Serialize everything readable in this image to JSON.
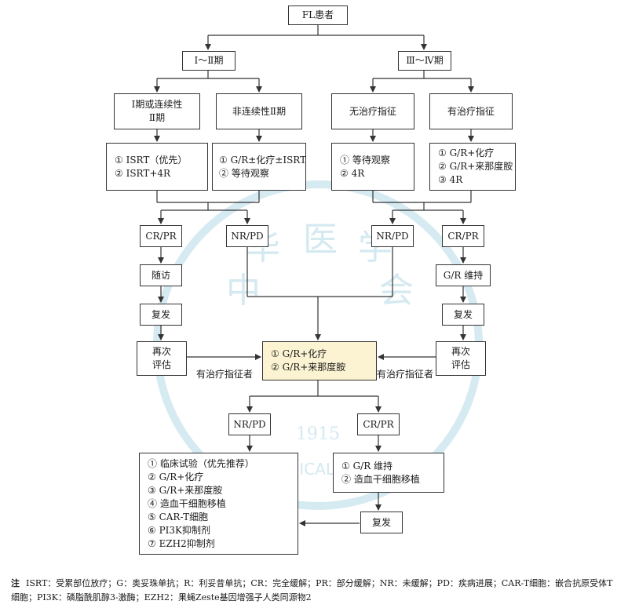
{
  "diagram": {
    "root": "FL患者",
    "stage_early": "Ⅰ～Ⅱ期",
    "stage_late": "Ⅲ～Ⅳ期",
    "branch_contiguous": [
      "Ⅰ期或连续性",
      "Ⅱ期"
    ],
    "branch_noncontiguous": "非连续性Ⅱ期",
    "branch_no_indication": "无治疗指征",
    "branch_indication": "有治疗指征",
    "tx_contiguous": [
      "① ISRT（优先）",
      "② ISRT+4R"
    ],
    "tx_noncontiguous": [
      "① G/R±化疗±ISRT",
      "② 等待观察"
    ],
    "tx_no_indication": [
      "① 等待观察",
      "② 4R"
    ],
    "tx_indication": [
      "① G/R+化疗",
      "② G/R+来那度胺",
      "③ 4R"
    ],
    "cr_pr": "CR/PR",
    "nr_pd": "NR/PD",
    "followup": "随访",
    "gr_maintenance": "G/R 维持",
    "relapse": "复发",
    "reassess": [
      "再次",
      "评估"
    ],
    "center_regimen": [
      "① G/R+化疗",
      "② G/R+来那度胺"
    ],
    "indication_label": "有治疗指征者",
    "nr_pd_options": [
      "① 临床试验（优先推荐）",
      "② G/R+化疗",
      "③ G/R+来那度胺",
      "④ 造血干细胞移植",
      "⑤ CAR-T细胞",
      "⑥ PI3K抑制剂",
      "⑦ EZH2抑制剂"
    ],
    "cr_pr_options": [
      "① G/R 维持",
      "② 造血干细胞移植"
    ]
  },
  "footnote": {
    "label": "注",
    "text": "ISRT：受累部位放疗；G：奥妥珠单抗；R：利妥昔单抗；CR：完全缓解；PR：部分缓解；NR：未缓解；PD：疾病进展；CAR-T细胞：嵌合抗原受体T细胞；PI3K：磷脂酰肌醇3-激酶；EZH2：果蝇Zeste基因增强子人类同源物2"
  },
  "watermark": {
    "chars": [
      "中",
      "华",
      "医",
      "学",
      "会"
    ],
    "year": "1915",
    "arc_text": "CHINESE MEDICAL ASSOCIATION",
    "color": "#cfe6ee"
  }
}
